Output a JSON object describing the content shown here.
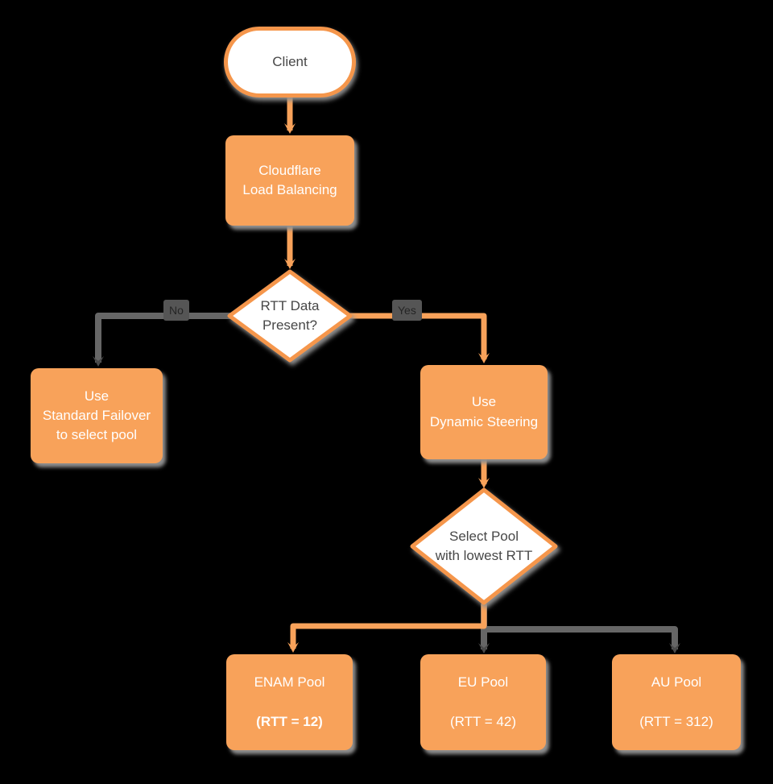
{
  "colors": {
    "background": "#000000",
    "orange": "#f8a25a",
    "orange_border": "#f5964b",
    "gray_line": "#666666",
    "gray_arrow": "#4a4a4a",
    "dark_text": "#474747",
    "white": "#ffffff",
    "shadow": "#8f8f8f",
    "label_bg": "#555555",
    "label_text": "#252525"
  },
  "nodes": {
    "client": {
      "label": "Client"
    },
    "load_balancing": {
      "label": "Cloudflare\nLoad Balancing"
    },
    "rtt_decision": {
      "label": "RTT Data\nPresent?"
    },
    "standard_failover": {
      "label": "Use\nStandard Failover\nto select pool"
    },
    "dynamic_steering": {
      "label": "Use\nDynamic Steering"
    },
    "select_pool_decision": {
      "label": "Select Pool\nwith lowest RTT"
    },
    "enam_pool": {
      "name": "ENAM Pool",
      "rtt": "(RTT = 12)"
    },
    "eu_pool": {
      "name": "EU Pool",
      "rtt": "(RTT = 42)"
    },
    "au_pool": {
      "name": "AU Pool",
      "rtt": "(RTT = 312)"
    }
  },
  "edges": {
    "no_label": "No",
    "yes_label": "Yes"
  }
}
